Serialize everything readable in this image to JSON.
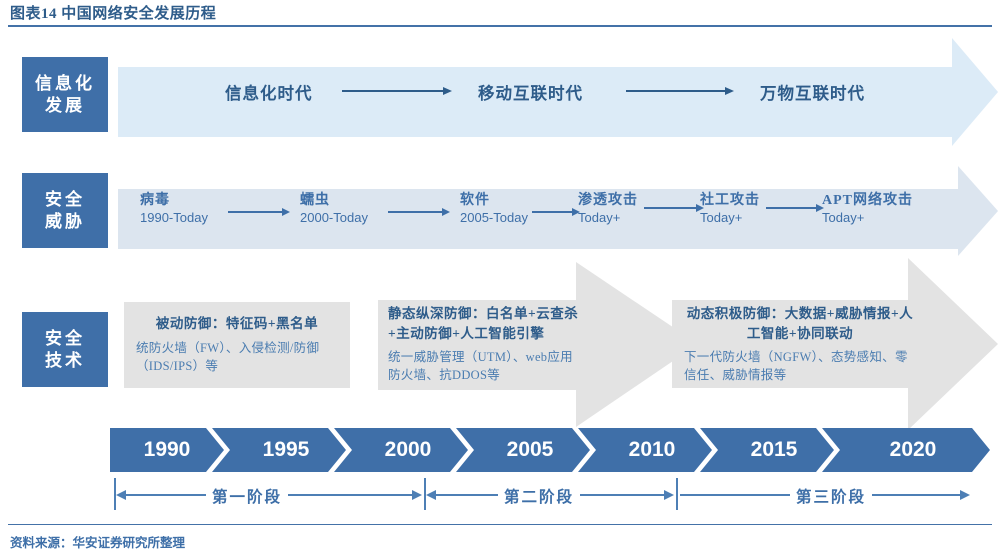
{
  "header": {
    "title": "图表14 中国网络安全发展历程"
  },
  "footer": {
    "source": "资料来源：华安证券研究所整理"
  },
  "colors": {
    "label_box": "#3F6FA8",
    "band_info": "#DCEBF7",
    "band_threat": "#DCE5EF",
    "tech_block": "#E3E3E3",
    "accent_text": "#2E5C8A",
    "timeline": "#3F6FA8",
    "rule": "#4472A8"
  },
  "rows": {
    "informatization": {
      "label": "信息化\n发展",
      "label_line1": "信息化",
      "label_line2": "发展",
      "eras": [
        {
          "name": "信息化时代"
        },
        {
          "name": "移动互联时代"
        },
        {
          "name": "万物互联时代"
        }
      ]
    },
    "threats": {
      "label_line1": "安全",
      "label_line2": "威胁",
      "items": [
        {
          "name": "病毒",
          "period": "1990-Today"
        },
        {
          "name": "蠕虫",
          "period": "2000-Today"
        },
        {
          "name": "软件",
          "period": "2005-Today"
        },
        {
          "name": "渗透攻击",
          "period": "Today+"
        },
        {
          "name": "社工攻击",
          "period": "Today+"
        },
        {
          "name": "APT网络攻击",
          "period": "Today+"
        }
      ]
    },
    "technology": {
      "label_line1": "安全",
      "label_line2": "技术",
      "blocks": [
        {
          "heading": "被动防御：特征码+黑名单",
          "body": "统防火墙（FW）、入侵检测/防御（IDS/IPS）等",
          "shape": "rectangle"
        },
        {
          "heading": "静态纵深防御：白名单+云查杀+主动防御+人工智能引擎",
          "body": "统一威胁管理（UTM）、web应用防火墙、抗DDOS等",
          "shape": "arrow"
        },
        {
          "heading": "动态积极防御：大数据+威胁情报+人工智能+协同联动",
          "body": "下一代防火墙（NGFW）、态势感知、零信任、威胁情报等",
          "shape": "arrow"
        }
      ]
    }
  },
  "timeline": {
    "years": [
      "1990",
      "1995",
      "2000",
      "2005",
      "2010",
      "2015",
      "2020"
    ]
  },
  "phases": [
    {
      "label": "第一阶段"
    },
    {
      "label": "第二阶段"
    },
    {
      "label": "第三阶段"
    }
  ]
}
